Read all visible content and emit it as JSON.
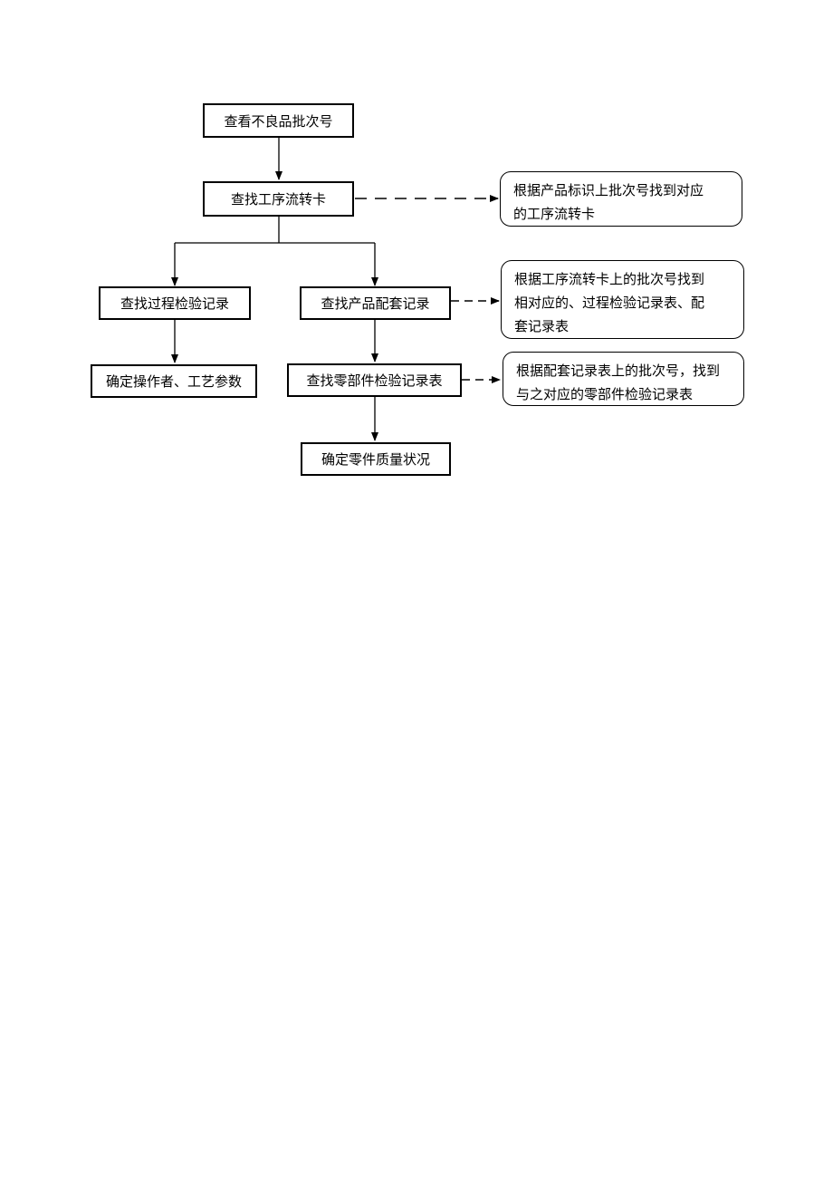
{
  "steps": {
    "check_batch": "查看不良品批次号",
    "find_card": "查找工序流转卡",
    "find_process_record": "查找过程检验记录",
    "find_matching_record": "查找产品配套记录",
    "confirm_operator": "确定操作者、工艺参数",
    "find_parts_record": "查找零部件检验记录表",
    "confirm_quality": "确定零件质量状况"
  },
  "notes": {
    "card_note": [
      "根据产品标识上批次号找到对应",
      "的工序流转卡"
    ],
    "matching_note": [
      "根据工序流转卡上的批次号找到",
      "相对应的、过程检验记录表、配",
      "套记录表"
    ],
    "parts_note": [
      "根据配套记录表上的批次号，找到",
      "与之对应的零部件检验记录表"
    ]
  }
}
